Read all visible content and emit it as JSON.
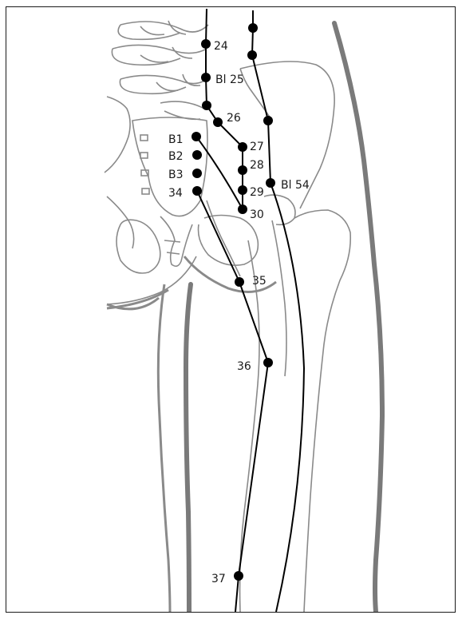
{
  "points": {
    "p24": "24",
    "bl25": "Bl 25",
    "p26": "26",
    "p27": "27",
    "p28": "28",
    "p29": "29",
    "p30": "30",
    "b1": "B1",
    "b2": "B2",
    "b3": "B3",
    "p34": "34",
    "bl54": "Bl 54",
    "p35": "35",
    "p36": "36",
    "p37": "37"
  },
  "colors": {
    "anatomy": "#8a8a8a",
    "meridian": "#000000"
  }
}
